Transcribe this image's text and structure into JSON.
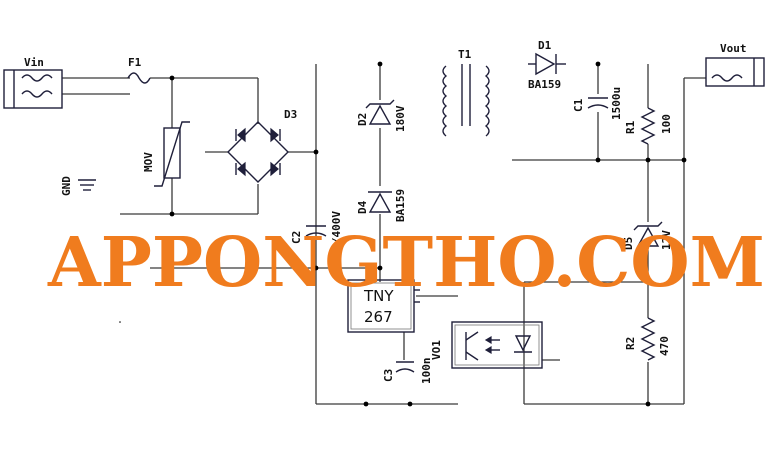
{
  "labels": {
    "vin": "Vin",
    "vout": "Vout",
    "f1": "F1",
    "mov": "MOV",
    "gnd": "GND",
    "d3": "D3",
    "t1": "T1",
    "d1": "D1",
    "d1_value": "BA159",
    "d2": "D2",
    "d2_value": "180V",
    "d4": "D4",
    "d4_value": "BA159",
    "c1": "C1",
    "c1_value": "1500u",
    "c2": "C2",
    "c2_value": "10u/400V",
    "c3": "C3",
    "c3_value": "100n",
    "r1": "R1",
    "r1_value": "100",
    "r2": "R2",
    "r2_value": "470",
    "d5": "D5",
    "d5_value": "12V",
    "vo1": "VO1",
    "ic_line1": "TNY",
    "ic_line2": "267"
  },
  "watermark": "APPONGTHO.COM",
  "colors": {
    "watermark": "#f07c1e",
    "wire": "#3a3a3a",
    "component": "#1f1f3a"
  }
}
